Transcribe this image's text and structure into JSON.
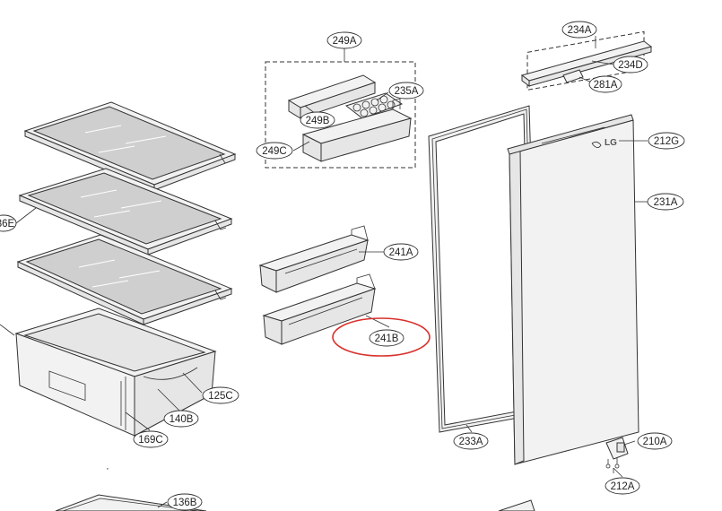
{
  "diagram": {
    "labels": {
      "l249A": "249A",
      "l235A": "235A",
      "l249B": "249B",
      "l249C": "249C",
      "l234A": "234A",
      "l234D": "234D",
      "l281A": "281A",
      "l212G": "212G",
      "l231A": "231A",
      "l236E": "36E",
      "l241A": "241A",
      "l241B": "241B",
      "l125C": "125C",
      "l140B": "140B",
      "l169C": "169C",
      "l233A": "233A",
      "l210A": "210A",
      "l212A": "212A",
      "l136B": "136B"
    },
    "logo_text": "LG",
    "highlight_color": "#d9302c"
  }
}
